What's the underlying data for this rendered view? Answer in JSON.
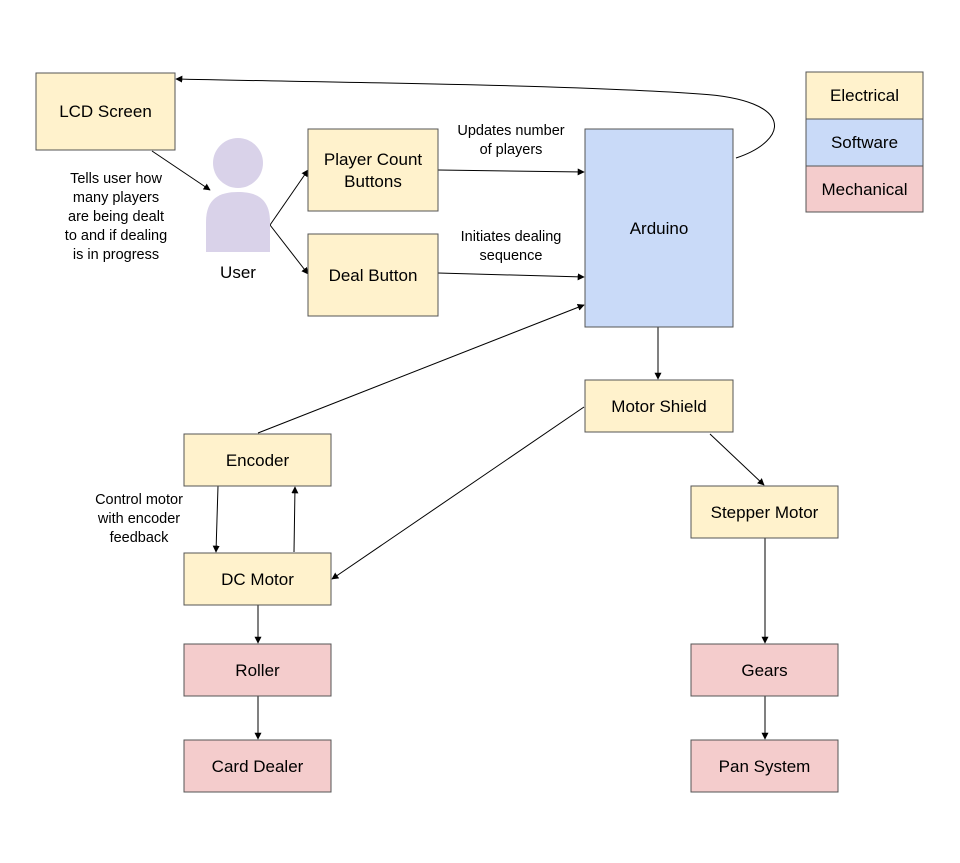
{
  "colors": {
    "electrical": "#fff2cc",
    "software": "#c9daf8",
    "mechanical": "#f4cccc",
    "user": "#d9d2e9"
  },
  "legend": {
    "electrical": "Electrical",
    "software": "Software",
    "mechanical": "Mechanical"
  },
  "user": {
    "label": "User",
    "icon": "user-icon"
  },
  "nodes": {
    "lcd_screen": "LCD Screen",
    "player_count_buttons": [
      "Player Count",
      "Buttons"
    ],
    "deal_button": "Deal Button",
    "arduino": "Arduino",
    "motor_shield": "Motor Shield",
    "encoder": "Encoder",
    "dc_motor": "DC Motor",
    "stepper_motor": "Stepper Motor",
    "roller": "Roller",
    "card_dealer": "Card Dealer",
    "gears": "Gears",
    "pan_system": "Pan System"
  },
  "edge_labels": {
    "lcd_to_user": [
      "Tells user how",
      "many players",
      "are being dealt",
      "to and if dealing",
      "is in progress"
    ],
    "player_count_to_arduino": [
      "Updates number",
      "of players"
    ],
    "deal_to_arduino": [
      "Initiates dealing",
      "sequence"
    ],
    "encoder_dc_loop": [
      "Control motor",
      "with encoder",
      "feedback"
    ]
  }
}
